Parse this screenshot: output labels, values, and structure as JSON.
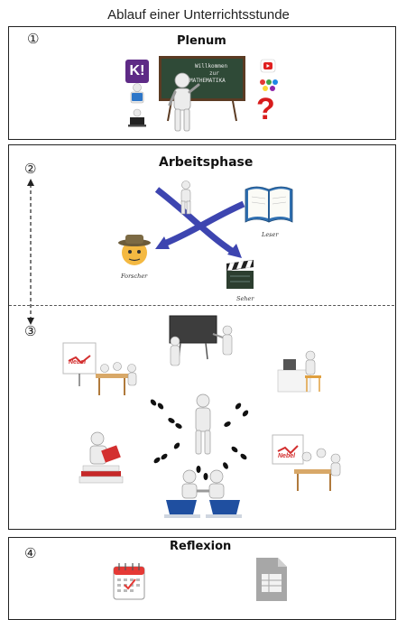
{
  "title": "Ablauf einer Unterrichtsstunde",
  "phases": [
    {
      "number": "①",
      "title": "Plenum"
    },
    {
      "number": "②",
      "title": "Arbeitsphase"
    },
    {
      "number": "③",
      "title": ""
    },
    {
      "number": "④",
      "title": "Reflexion"
    }
  ],
  "plenum": {
    "board_lines": [
      "Willkommen",
      "zur",
      "MATHEMATIKA"
    ],
    "kahoot_letter": "K!"
  },
  "arbeitsphase": {
    "roles": [
      "Forscher",
      "Leser",
      "Seher"
    ]
  },
  "presentation_text": "Nebel",
  "colors": {
    "board": "#2f4a37",
    "arrow_blue": "#3d45b0",
    "kahoot_purple": "#5e2a86",
    "question_red": "#d81c1c"
  }
}
